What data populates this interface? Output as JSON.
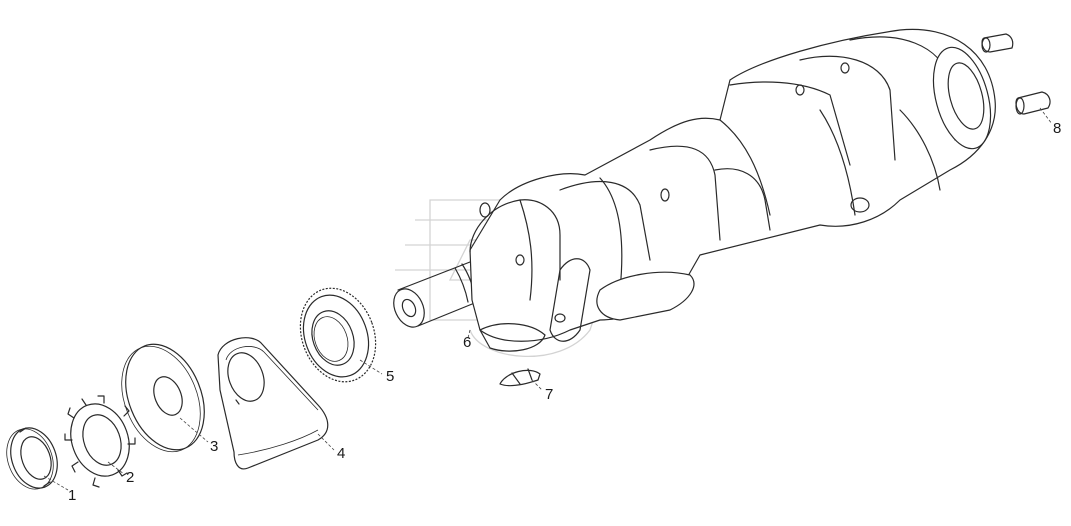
{
  "callouts": [
    {
      "id": "1",
      "part": "nut"
    },
    {
      "id": "2",
      "part": "lock-washer"
    },
    {
      "id": "3",
      "part": "thrust-washer"
    },
    {
      "id": "4",
      "part": "counterweight"
    },
    {
      "id": "5",
      "part": "gear"
    },
    {
      "id": "6",
      "part": "crankshaft"
    },
    {
      "id": "7",
      "part": "woodruff-key"
    },
    {
      "id": "8",
      "part": "dowel-pin"
    }
  ]
}
